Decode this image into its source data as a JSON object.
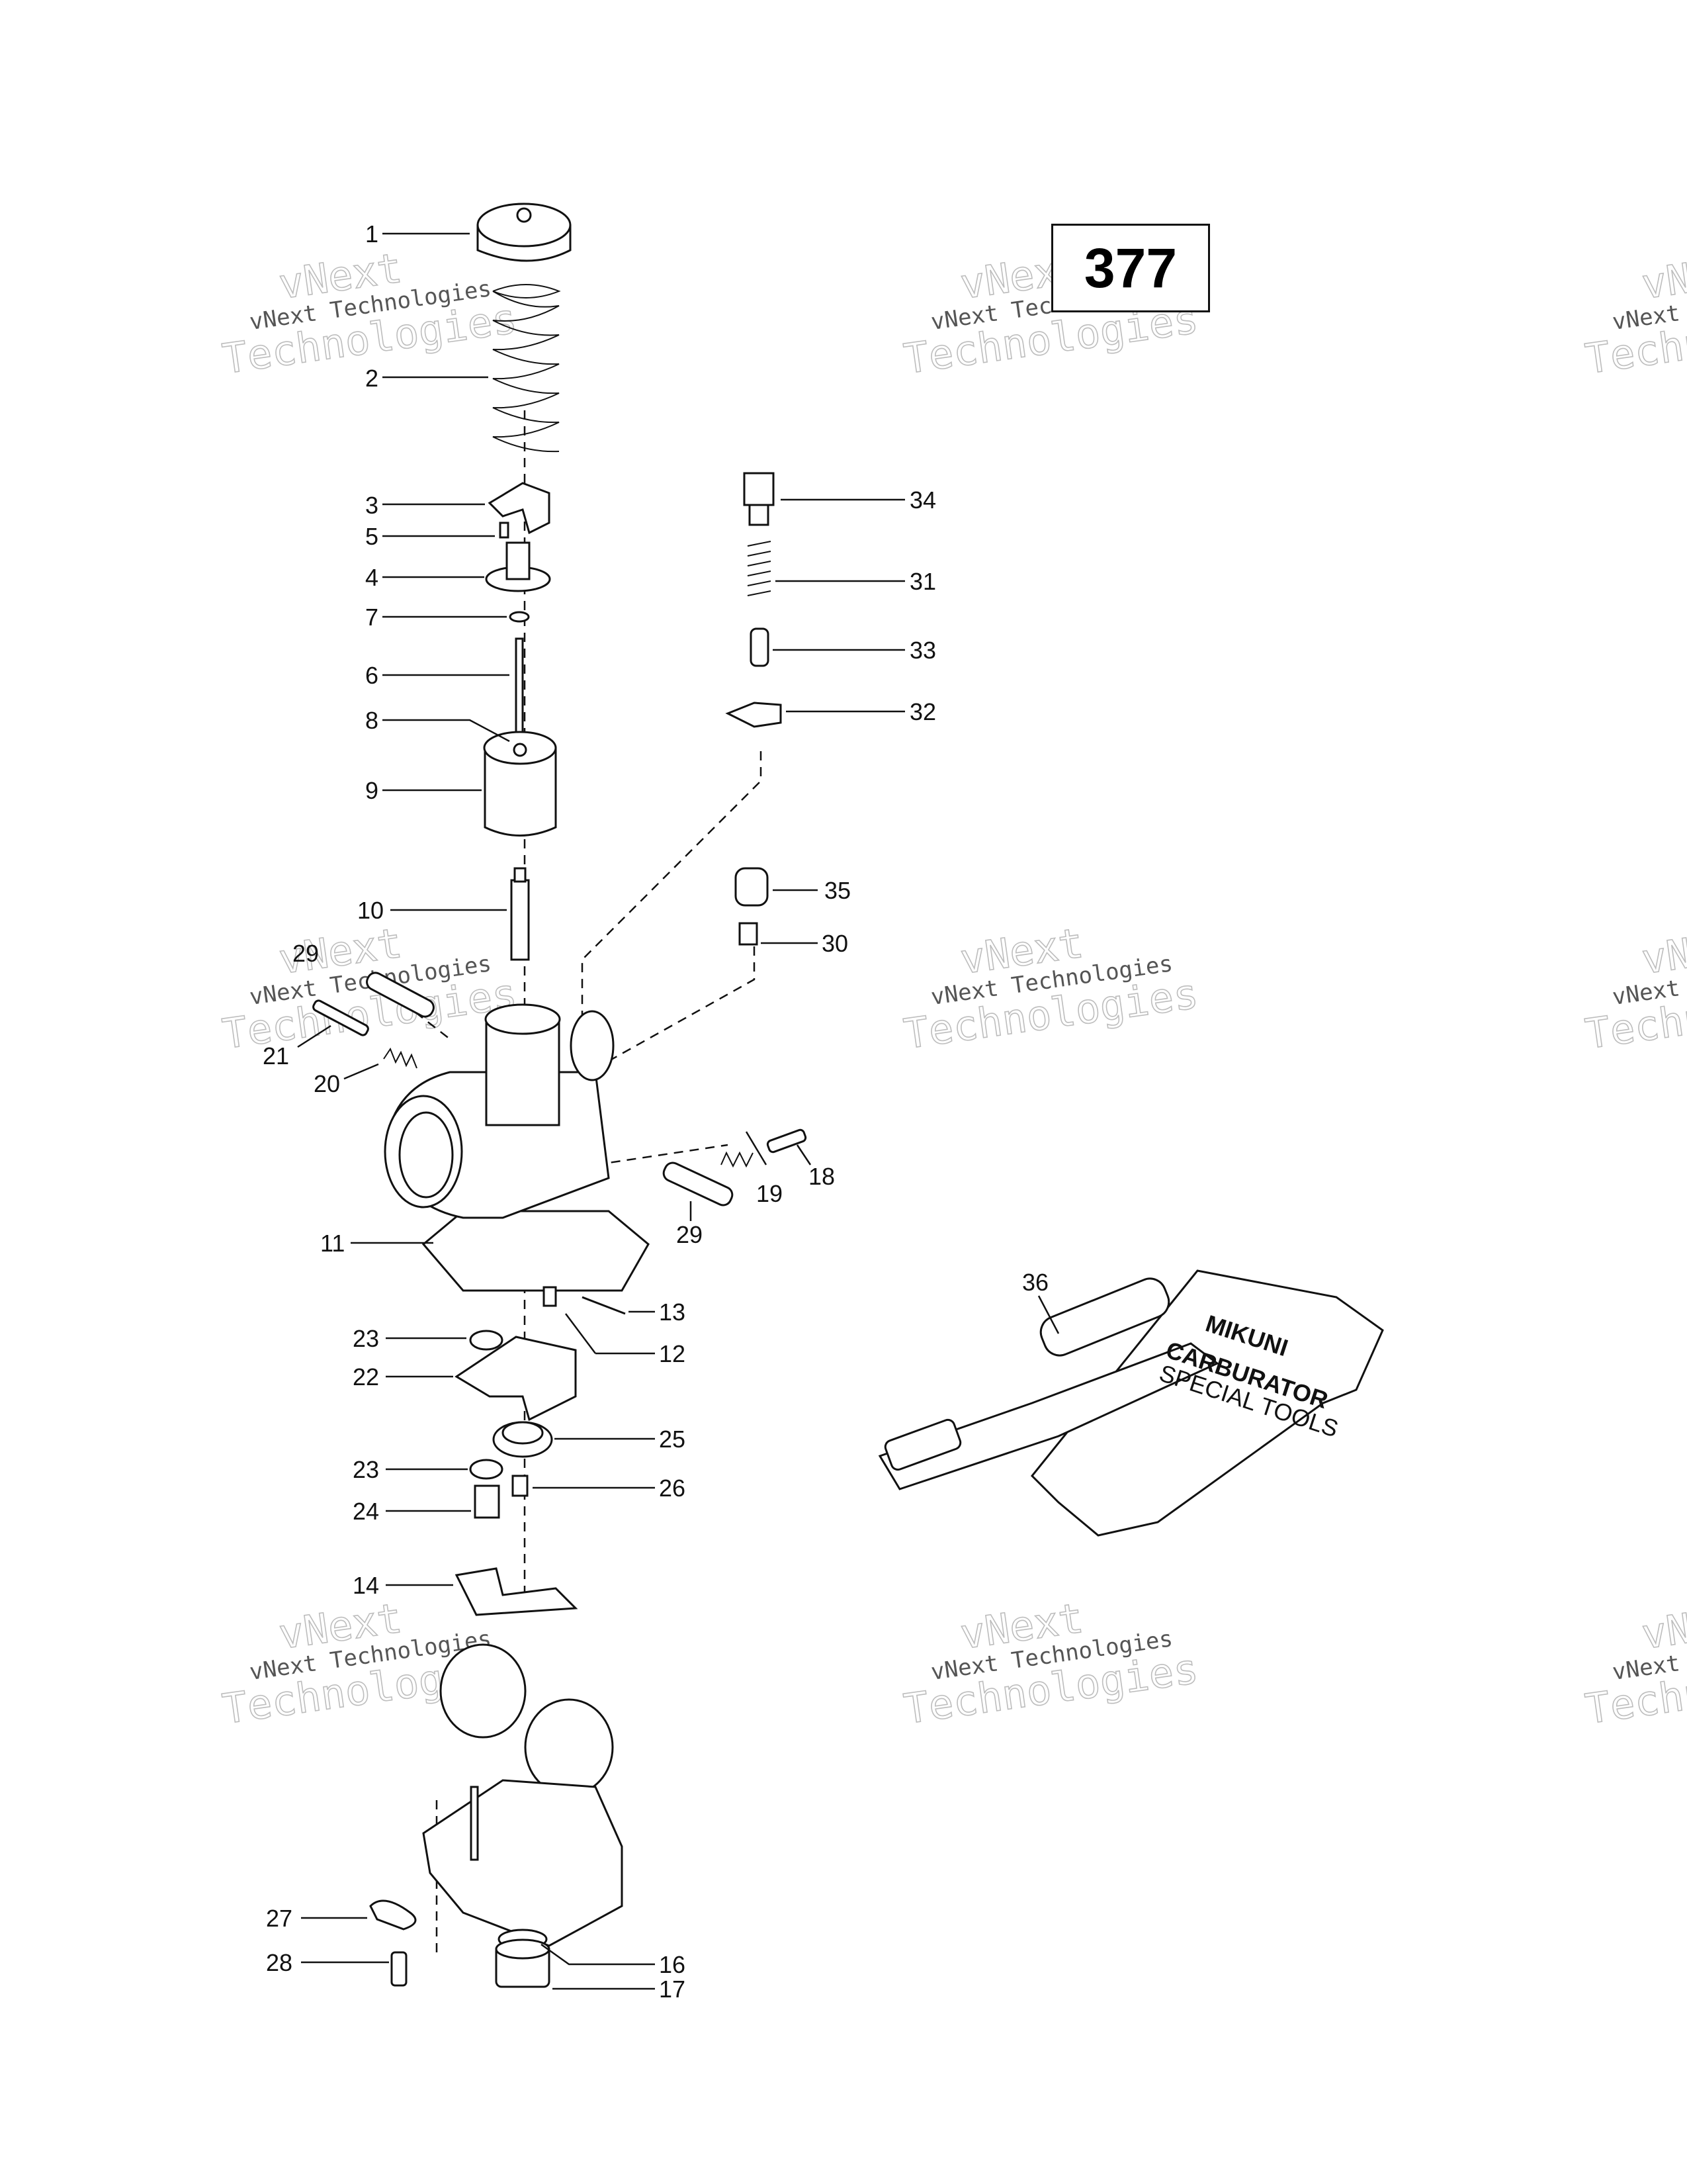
{
  "page_number": "377",
  "watermark": {
    "line1": "vNext",
    "line2": "vNext Technologies",
    "line3": "Technologies"
  },
  "callouts": [
    {
      "id": "1",
      "label": "1"
    },
    {
      "id": "2",
      "label": "2"
    },
    {
      "id": "3",
      "label": "3"
    },
    {
      "id": "5",
      "label": "5"
    },
    {
      "id": "4",
      "label": "4"
    },
    {
      "id": "7",
      "label": "7"
    },
    {
      "id": "6",
      "label": "6"
    },
    {
      "id": "8",
      "label": "8"
    },
    {
      "id": "9",
      "label": "9"
    },
    {
      "id": "10",
      "label": "10"
    },
    {
      "id": "29a",
      "label": "29"
    },
    {
      "id": "21",
      "label": "21"
    },
    {
      "id": "20",
      "label": "20"
    },
    {
      "id": "11",
      "label": "11"
    },
    {
      "id": "23a",
      "label": "23"
    },
    {
      "id": "22",
      "label": "22"
    },
    {
      "id": "23b",
      "label": "23"
    },
    {
      "id": "24",
      "label": "24"
    },
    {
      "id": "14",
      "label": "14"
    },
    {
      "id": "27",
      "label": "27"
    },
    {
      "id": "28",
      "label": "28"
    },
    {
      "id": "34",
      "label": "34"
    },
    {
      "id": "31",
      "label": "31"
    },
    {
      "id": "33",
      "label": "33"
    },
    {
      "id": "32",
      "label": "32"
    },
    {
      "id": "35",
      "label": "35"
    },
    {
      "id": "30",
      "label": "30"
    },
    {
      "id": "18",
      "label": "18"
    },
    {
      "id": "19",
      "label": "19"
    },
    {
      "id": "29b",
      "label": "29"
    },
    {
      "id": "13",
      "label": "13"
    },
    {
      "id": "12",
      "label": "12"
    },
    {
      "id": "25",
      "label": "25"
    },
    {
      "id": "26",
      "label": "26"
    },
    {
      "id": "16",
      "label": "16"
    },
    {
      "id": "17",
      "label": "17"
    },
    {
      "id": "36",
      "label": "36"
    }
  ],
  "toolkit_label": {
    "brand": "MIKUNI",
    "title": "CARBURATOR",
    "subtitle": "SPECIAL TOOLS"
  }
}
